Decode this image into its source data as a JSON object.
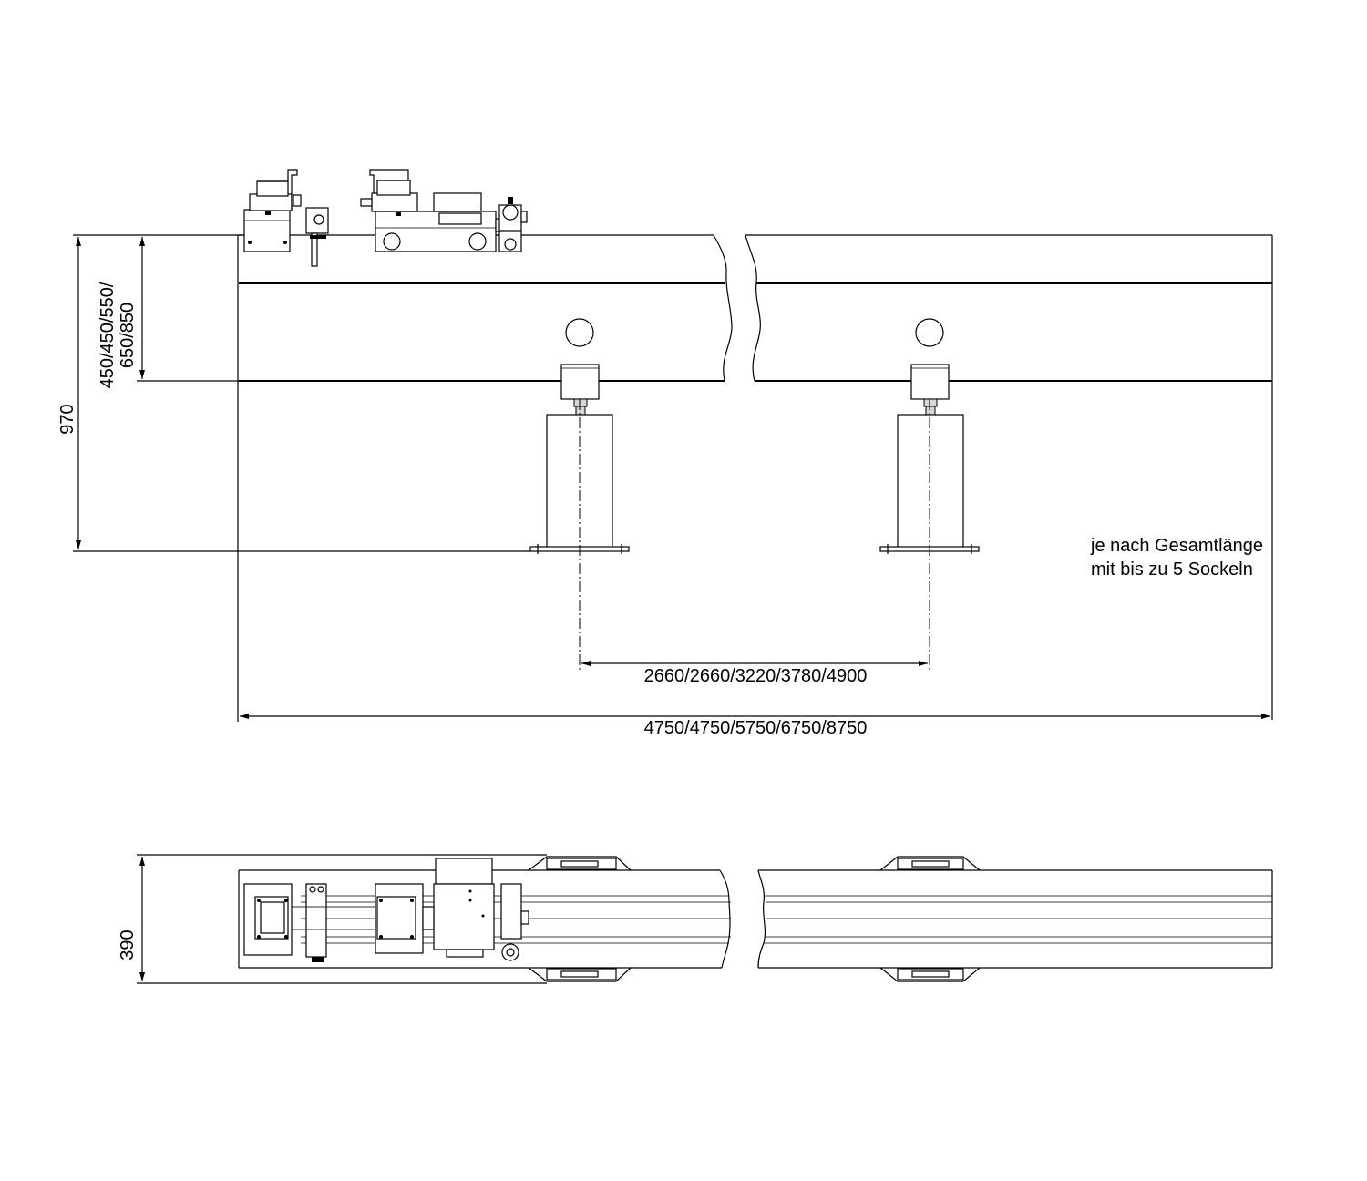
{
  "dimensions": {
    "height_total": "970",
    "height_beam_line1": "450/450/550/",
    "height_beam_line2": "650/850",
    "socket_spacing": "2660/2660/3220/3780/4900",
    "total_length": "4750/4750/5750/6750/8750",
    "width_top_view": "390"
  },
  "note": {
    "line1": "je nach Gesamtlänge",
    "line2": "mit bis zu 5 Sockeln"
  }
}
